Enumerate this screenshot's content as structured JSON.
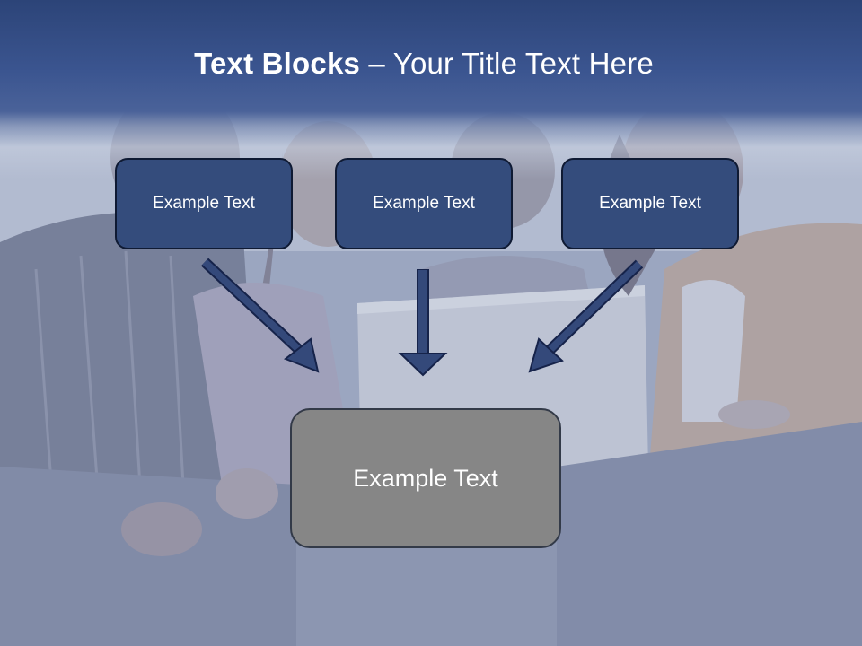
{
  "slide": {
    "title_bold": "Text Blocks",
    "title_rest": " – Your Title Text Here",
    "blocks": [
      {
        "label": "Example Text"
      },
      {
        "label": "Example Text"
      },
      {
        "label": "Example Text"
      }
    ],
    "target": {
      "label": "Example Text"
    }
  },
  "colors": {
    "header": "#3b5590",
    "block_fill": "#344c7c",
    "block_border": "#0f1a33",
    "target_fill": "#868686",
    "arrow": "#34497a"
  },
  "icons": [
    "arrow-down-right-icon",
    "arrow-down-icon",
    "arrow-down-left-icon"
  ]
}
